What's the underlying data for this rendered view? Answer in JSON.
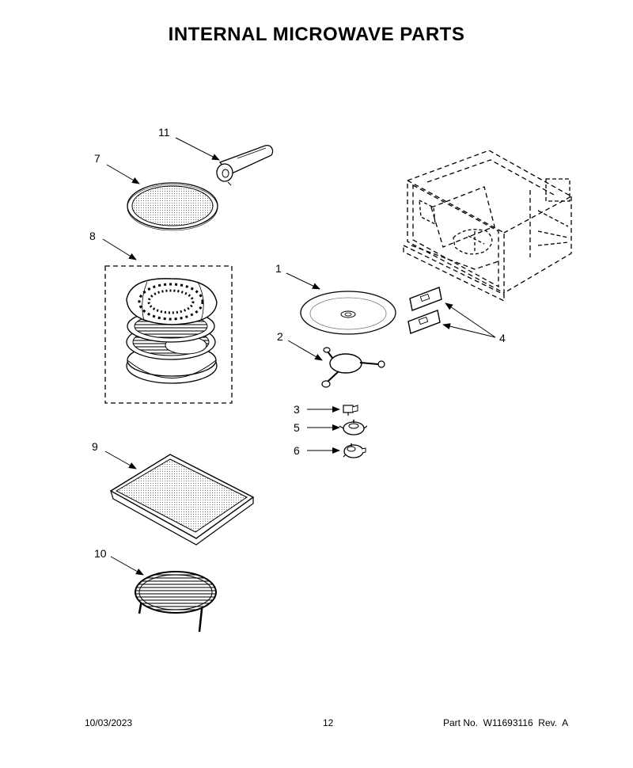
{
  "title": "INTERNAL MICROWAVE PARTS",
  "callouts": {
    "c1": "1",
    "c2": "2",
    "c3": "3",
    "c4": "4",
    "c5": "5",
    "c6": "6",
    "c7": "7",
    "c8": "8",
    "c9": "9",
    "c10": "10",
    "c11": "11"
  },
  "footer": {
    "date": "10/03/2023",
    "page": "12",
    "part": "Part No.  W11693116  Rev.  A"
  }
}
